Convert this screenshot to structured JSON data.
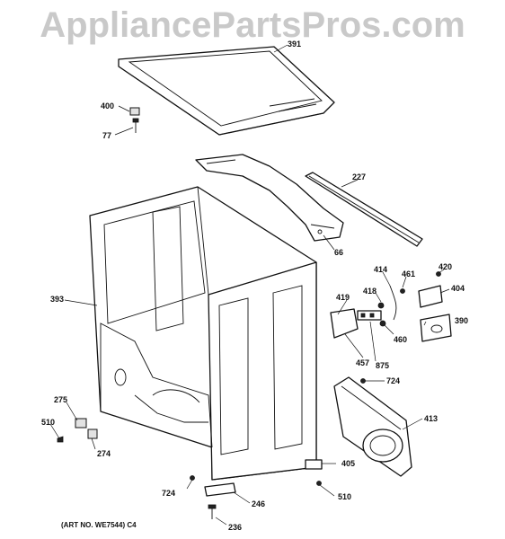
{
  "watermark": "AppliancePartsPros.com",
  "art_number": "(ART NO. WE7544) C4",
  "callouts": [
    {
      "id": "391",
      "label": "391"
    },
    {
      "id": "400",
      "label": "400"
    },
    {
      "id": "77",
      "label": "77"
    },
    {
      "id": "227",
      "label": "227"
    },
    {
      "id": "66",
      "label": "66"
    },
    {
      "id": "393",
      "label": "393"
    },
    {
      "id": "414",
      "label": "414"
    },
    {
      "id": "461",
      "label": "461"
    },
    {
      "id": "420",
      "label": "420"
    },
    {
      "id": "404",
      "label": "404"
    },
    {
      "id": "418",
      "label": "418"
    },
    {
      "id": "419",
      "label": "419"
    },
    {
      "id": "390",
      "label": "390"
    },
    {
      "id": "460",
      "label": "460"
    },
    {
      "id": "457",
      "label": "457"
    },
    {
      "id": "875",
      "label": "875"
    },
    {
      "id": "724a",
      "label": "724"
    },
    {
      "id": "275",
      "label": "275"
    },
    {
      "id": "413",
      "label": "413"
    },
    {
      "id": "510a",
      "label": "510"
    },
    {
      "id": "274",
      "label": "274"
    },
    {
      "id": "405",
      "label": "405"
    },
    {
      "id": "724b",
      "label": "724"
    },
    {
      "id": "246",
      "label": "246"
    },
    {
      "id": "510b",
      "label": "510"
    },
    {
      "id": "236",
      "label": "236"
    }
  ]
}
